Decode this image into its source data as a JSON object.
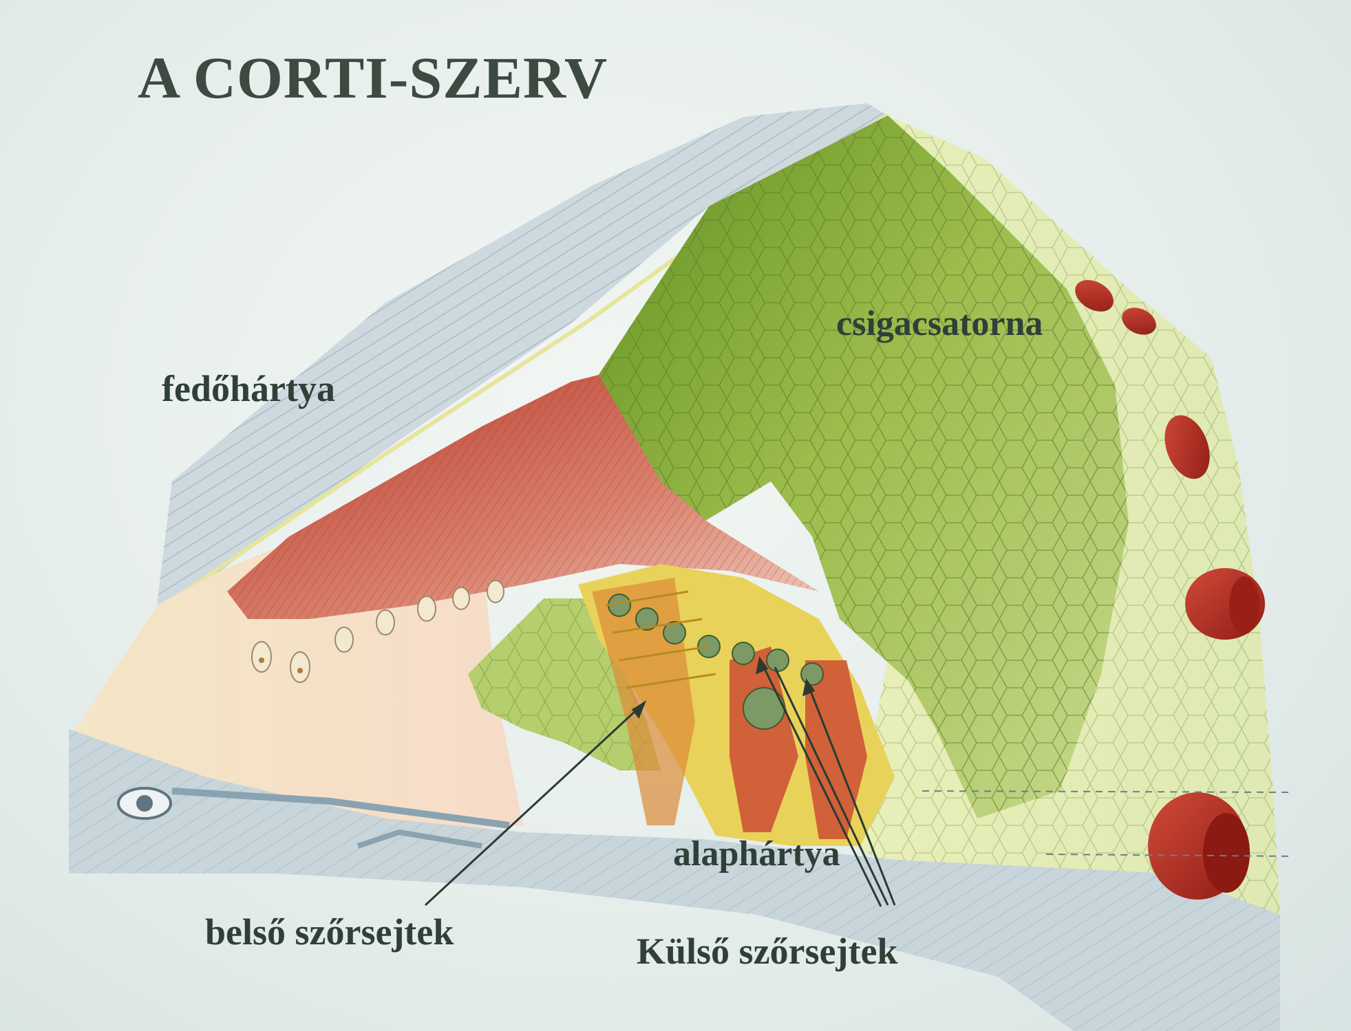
{
  "slide": {
    "title": "A CORTI-SZERV"
  },
  "labels": {
    "tectorial_membrane": "fedőhártya",
    "cochlear_duct": "csigacsatorna",
    "basilar_membrane": "alaphártya",
    "inner_hair_cells": "belső szőrsejtek",
    "outer_hair_cells": "Külső szőrsejtek"
  },
  "colors": {
    "background": "#e6eeeb",
    "label_text": "#2f4038",
    "duct_green": "#a9c05a",
    "membrane_red": "#c5523f",
    "vessel_red": "#b52a20",
    "tissue_blue_grey": "#c9d6dc",
    "cell_yellow": "#e8d040"
  }
}
